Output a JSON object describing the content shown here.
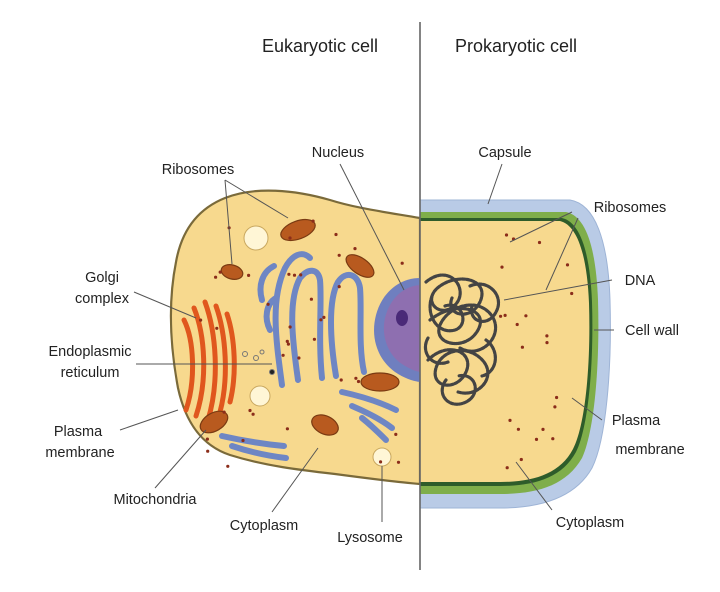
{
  "titles": {
    "eukaryotic": "Eukaryotic cell",
    "prokaryotic": "Prokaryotic cell"
  },
  "eukaryotic_labels": {
    "ribosomes": "Ribosomes",
    "nucleus": "Nucleus",
    "golgi_line1": "Golgi",
    "golgi_line2": "complex",
    "er_line1": "Endoplasmic",
    "er_line2": "reticulum",
    "plasma_line1": "Plasma",
    "plasma_line2": "membrane",
    "mitochondria": "Mitochondria",
    "cytoplasm": "Cytoplasm",
    "lysosome": "Lysosome"
  },
  "prokaryotic_labels": {
    "capsule": "Capsule",
    "ribosomes": "Ribosomes",
    "dna": "DNA",
    "cell_wall": "Cell wall",
    "plasma_line1": "Plasma",
    "plasma_line2": "membrane",
    "cytoplasm": "Cytoplasm"
  },
  "colors": {
    "cytoplasm": "#f7d98e",
    "membrane": "#7a6a3a",
    "nucleus": "#8e6fb0",
    "nucleus_envelope": "#6f7fbf",
    "nucleolus": "#4a2a78",
    "er": "#6e86c4",
    "golgi": "#e0571e",
    "mitochondria": "#b85a1f",
    "lysosome": "#fff6d6",
    "capsule": "#b9cbe6",
    "cell_wall": "#7fae4a",
    "dna": "#444444",
    "ribosome": "#8b2d1a",
    "divider": "#666666"
  }
}
